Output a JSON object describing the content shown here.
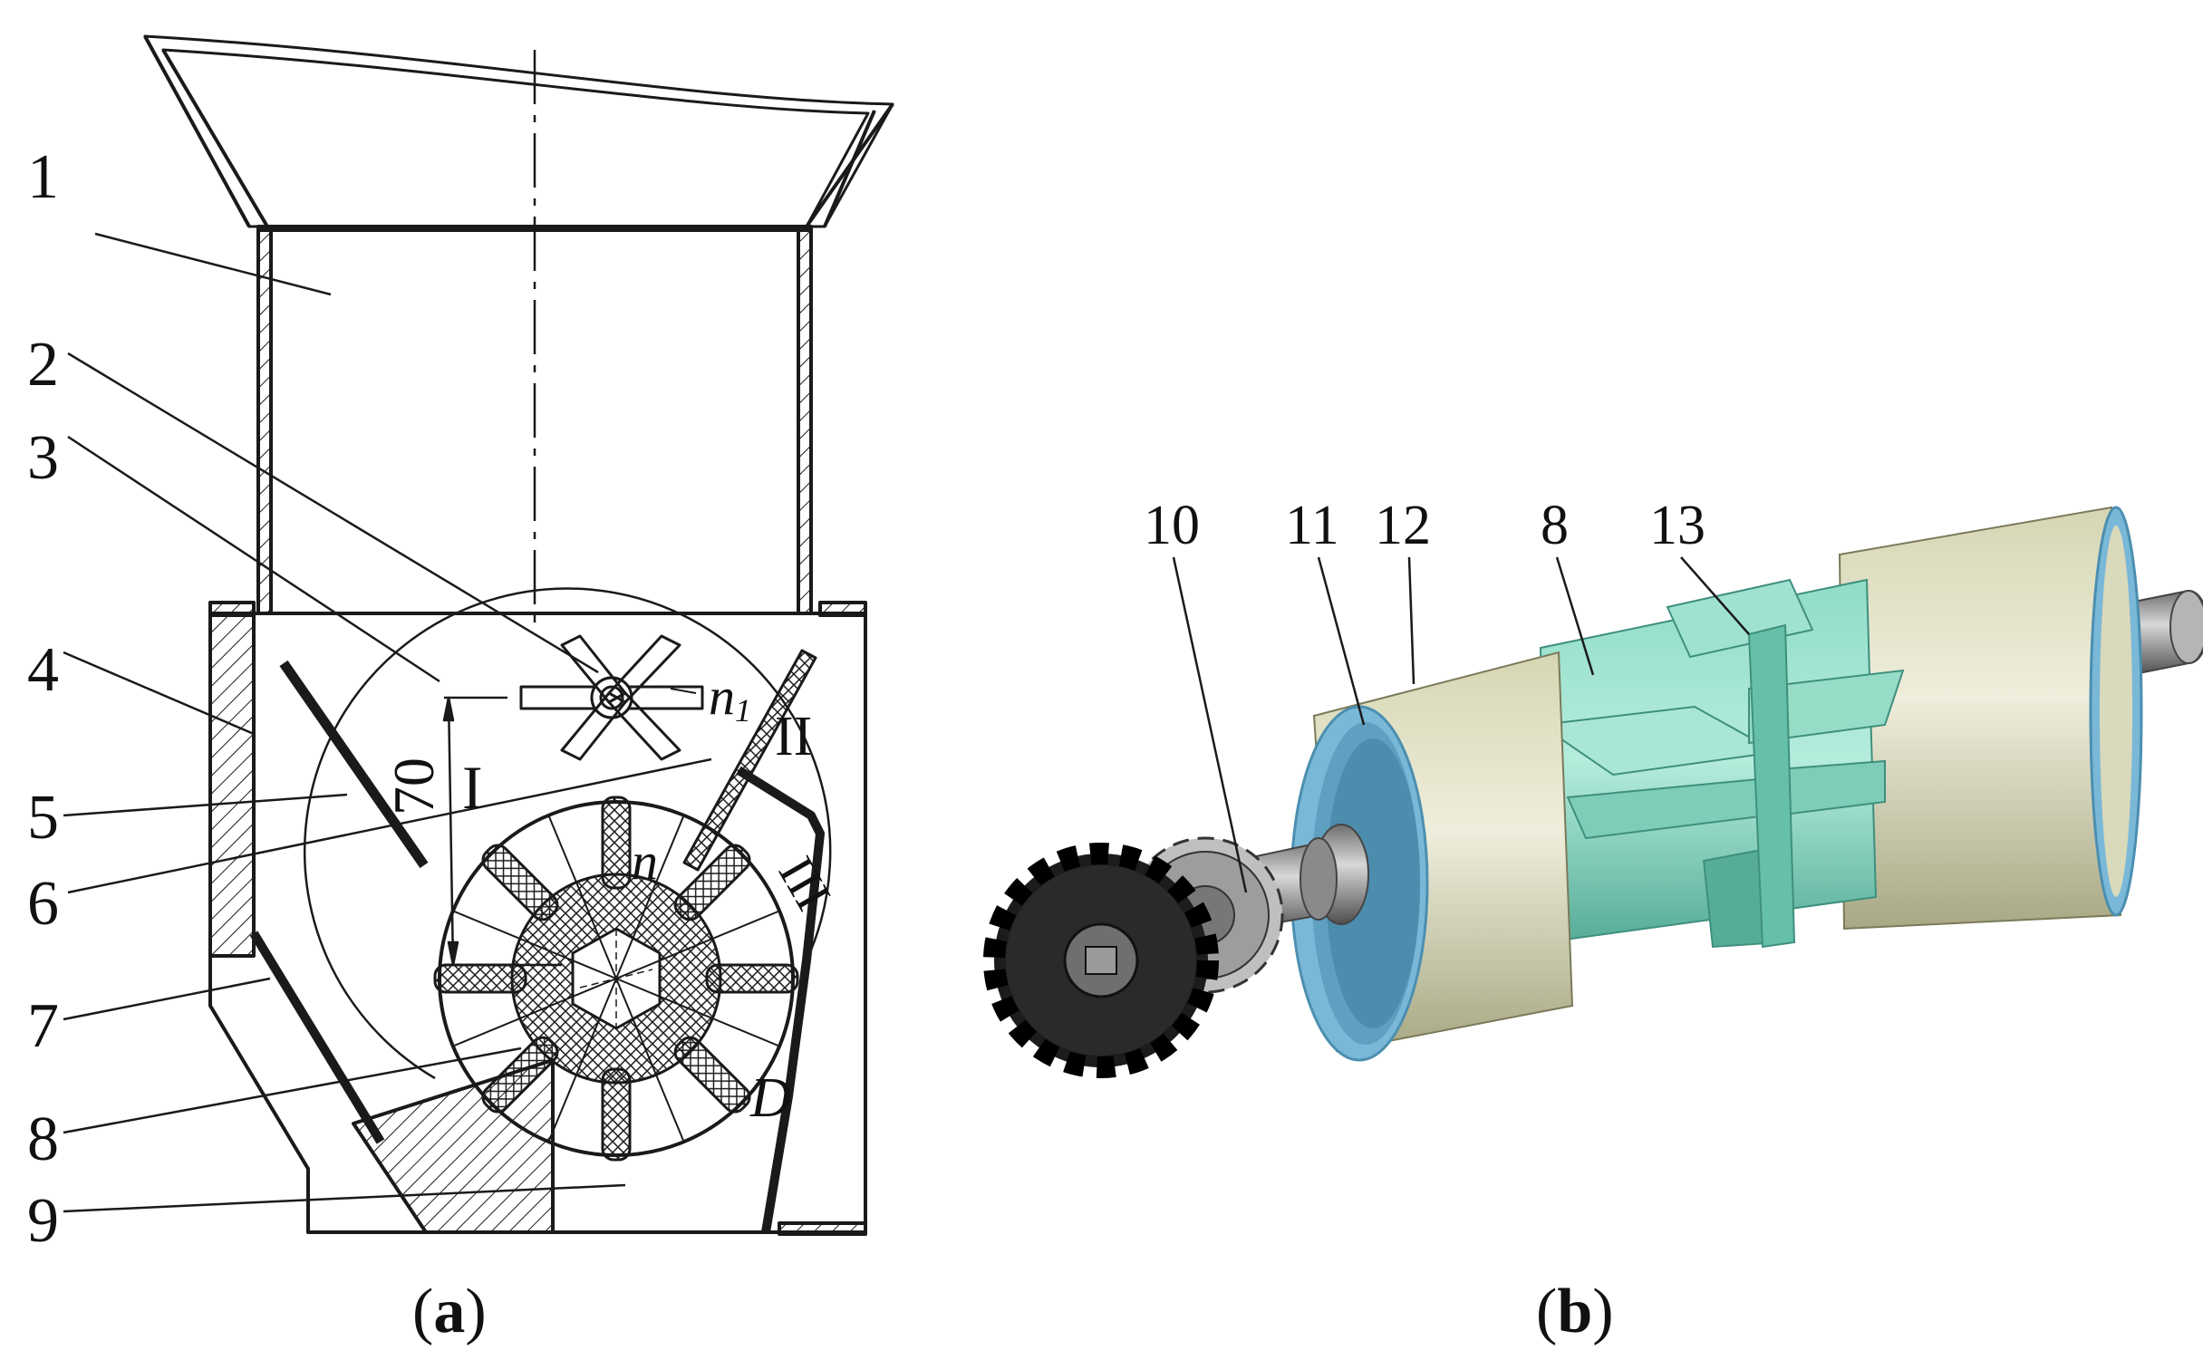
{
  "panel_a": {
    "caption_open": "(",
    "caption_letter": "a",
    "caption_close": ")",
    "callouts": [
      "1",
      "2",
      "3",
      "4",
      "5",
      "6",
      "7",
      "8",
      "9"
    ],
    "dimension_label": "70",
    "zone_labels": [
      "I",
      "II",
      "III"
    ],
    "speed_agitator": "n",
    "speed_agitator_sub": "1",
    "speed_rotor": "n",
    "diameter_label": "D"
  },
  "panel_b": {
    "caption_open": "(",
    "caption_letter": "b",
    "caption_close": ")",
    "callouts": [
      "10",
      "11",
      "12",
      "8",
      "13"
    ]
  },
  "colors": {
    "line": "#1a1a1a",
    "teal": "#7fd1bd",
    "teal_dark": "#4fa893",
    "sleeve": "#c9c9a0",
    "sleeve_light": "#e2e2c4",
    "rim": "#7ab8d8",
    "shaft": "#9a9a9a",
    "gear": "#1c1c1c"
  }
}
